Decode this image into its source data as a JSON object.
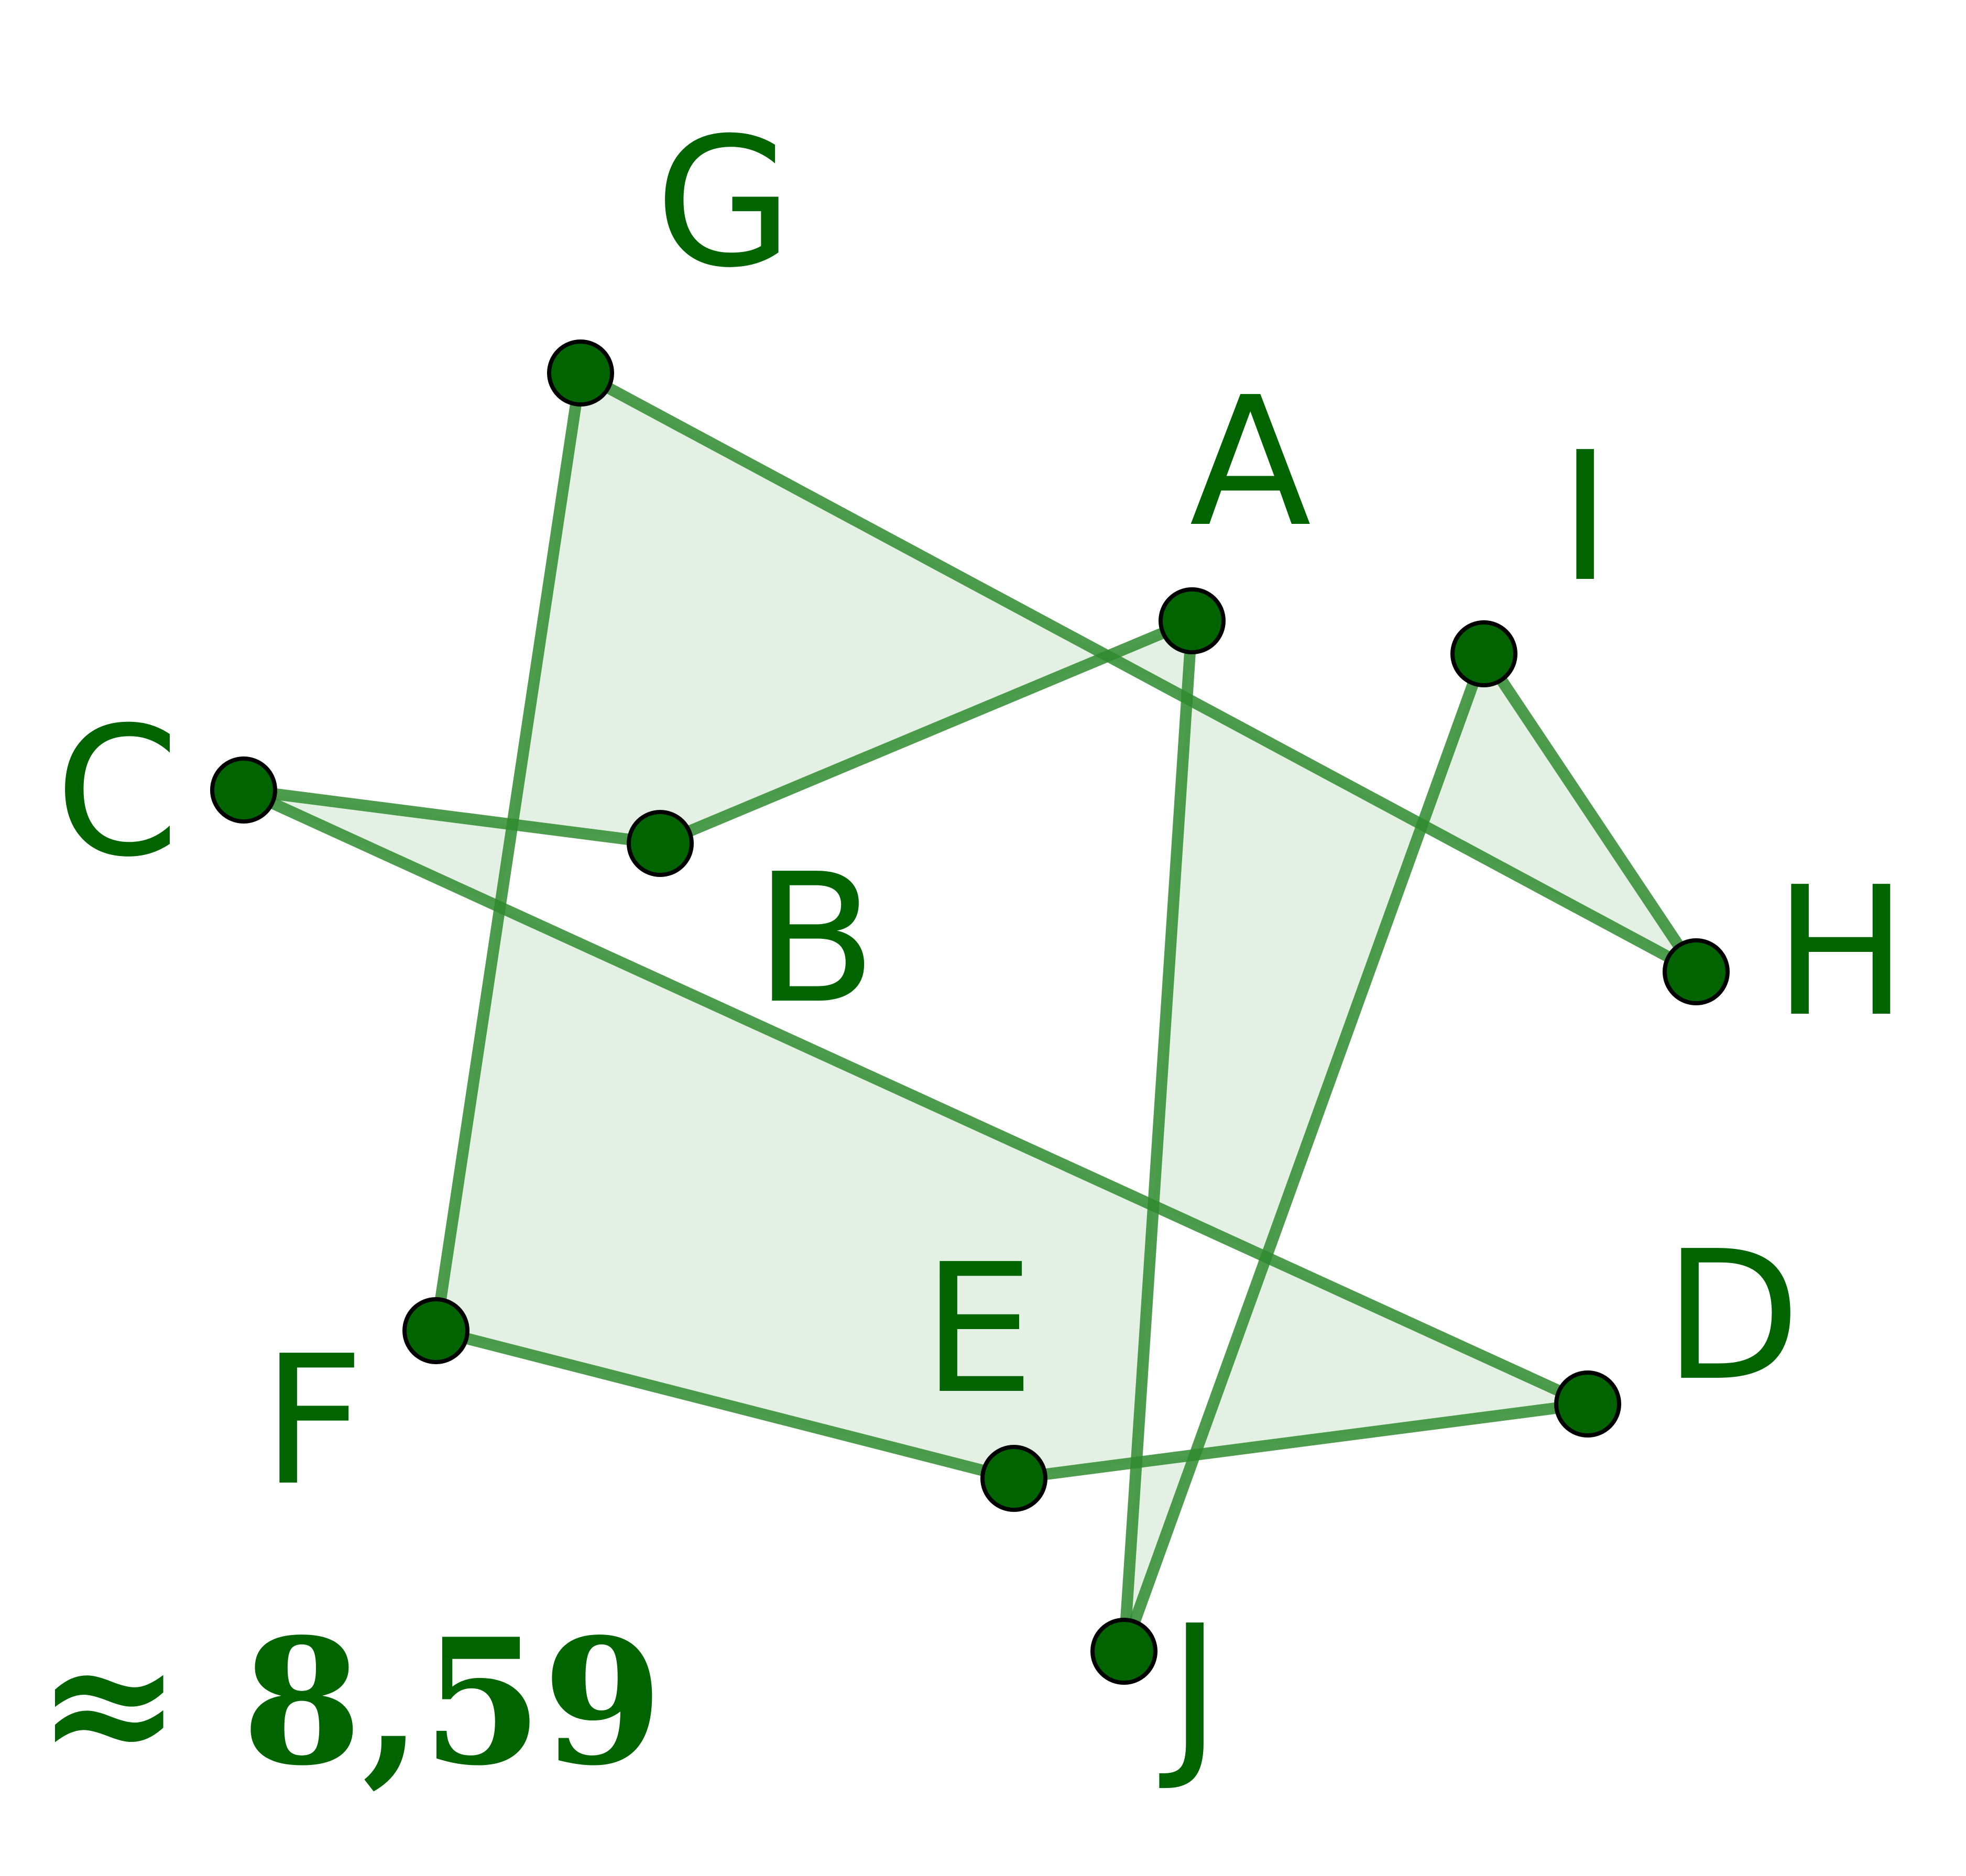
{
  "diagram": {
    "points": [
      {
        "id": "A",
        "label": "A"
      },
      {
        "id": "B",
        "label": "B"
      },
      {
        "id": "C",
        "label": "C"
      },
      {
        "id": "D",
        "label": "D"
      },
      {
        "id": "E",
        "label": "E"
      },
      {
        "id": "F",
        "label": "F"
      },
      {
        "id": "G",
        "label": "G"
      },
      {
        "id": "H",
        "label": "H"
      },
      {
        "id": "I",
        "label": "I"
      },
      {
        "id": "J",
        "label": "J"
      }
    ],
    "polygon_order": [
      "A",
      "B",
      "C",
      "D",
      "E",
      "F",
      "G",
      "H",
      "I",
      "J"
    ],
    "measurement": "≈ 8,59",
    "colors": {
      "stroke": "#2e8b2e",
      "fill": "#e5f0e5",
      "point": "#006400",
      "point_outline": "#000000",
      "text": "#006400"
    }
  }
}
